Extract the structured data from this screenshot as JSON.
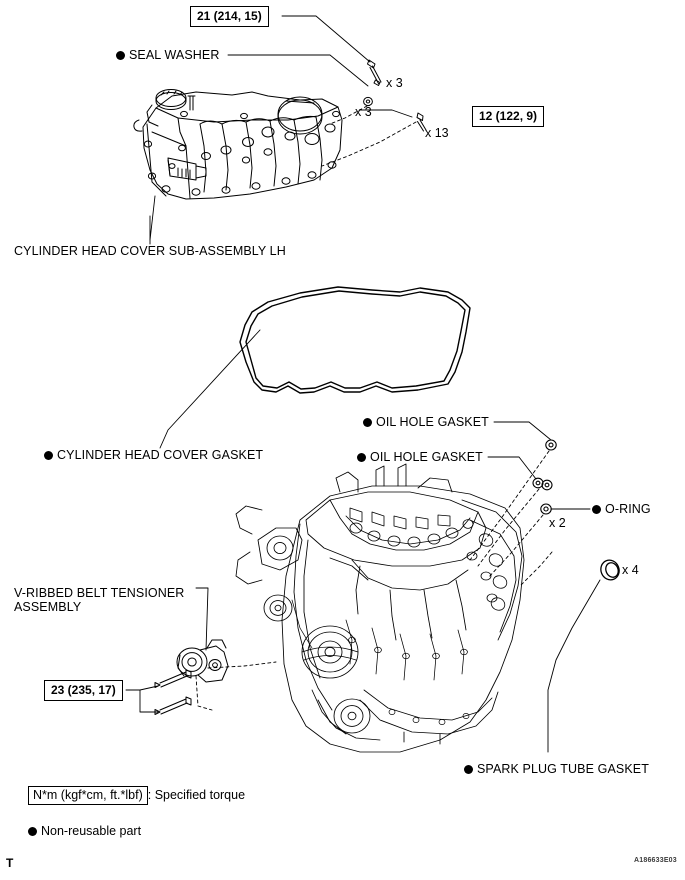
{
  "figure": {
    "code": "A186633E03",
    "corner_mark": "T"
  },
  "torque_boxes": [
    {
      "id": "torque-21",
      "text": "21 (214, 15)"
    },
    {
      "id": "torque-12",
      "text": "12 (122, 9)"
    },
    {
      "id": "torque-23",
      "text": "23 (235, 17)"
    }
  ],
  "labels": {
    "seal_washer": "SEAL WASHER",
    "cylinder_head_cover_sub_assembly_lh": "CYLINDER HEAD COVER SUB-ASSEMBLY LH",
    "cylinder_head_cover_gasket": "CYLINDER HEAD COVER GASKET",
    "oil_hole_gasket_1": "OIL HOLE GASKET",
    "oil_hole_gasket_2": "OIL HOLE GASKET",
    "o_ring": "O-RING",
    "v_ribbed_belt_tensioner_assembly": "V-RIBBED BELT TENSIONER ASSEMBLY",
    "spark_plug_tube_gasket": "SPARK PLUG TUBE GASKET"
  },
  "quantities": {
    "bolt_x3": "x 3",
    "washer_x3": "x 3",
    "bolt_x13": "x 13",
    "oring_x2": "x 2",
    "tube_gasket_x4": "x 4"
  },
  "legend": {
    "torque_units": "N*m (kgf*cm, ft.*lbf)",
    "torque_meaning": ": Specified torque",
    "non_reusable": "Non-reusable part"
  },
  "colors": {
    "line": "#000000",
    "background": "#ffffff"
  }
}
